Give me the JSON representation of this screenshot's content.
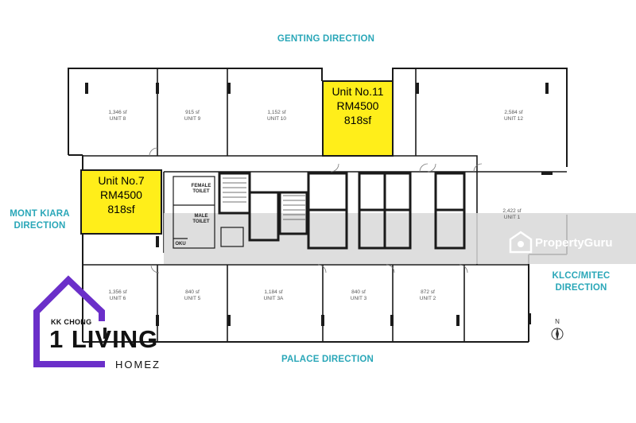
{
  "directions": {
    "top": "GENTING DIRECTION",
    "left_line1": "MONT KIARA",
    "left_line2": "DIRECTION",
    "right_line1": "KLCC/MITEC",
    "right_line2": "DIRECTION",
    "bottom": "PALACE DIRECTION"
  },
  "units": [
    {
      "id": "unit8",
      "size": "1,346 sf",
      "name": "UNIT 8"
    },
    {
      "id": "unit9",
      "size": "915 sf",
      "name": "UNIT 9"
    },
    {
      "id": "unit10",
      "size": "1,152 sf",
      "name": "UNIT 10"
    },
    {
      "id": "unit12",
      "size": "2,584 sf",
      "name": "UNIT 12"
    },
    {
      "id": "unit1",
      "size": "2,422 sf",
      "name": "UNIT 1"
    },
    {
      "id": "unit6",
      "size": "1,356 sf",
      "name": "UNIT 6"
    },
    {
      "id": "unit5",
      "size": "840 sf",
      "name": "UNIT 5"
    },
    {
      "id": "unit3a",
      "size": "1,184 sf",
      "name": "UNIT 3A"
    },
    {
      "id": "unit3",
      "size": "840 sf",
      "name": "UNIT 3"
    },
    {
      "id": "unit2",
      "size": "872 sf",
      "name": "UNIT 2"
    }
  ],
  "highlights": {
    "unit11": {
      "line1": "Unit No.11",
      "line2": "RM4500",
      "line3": "818sf"
    },
    "unit7": {
      "line1": "Unit No.7",
      "line2": "RM4500",
      "line3": "818sf"
    }
  },
  "rooms": {
    "female_l1": "FEMALE",
    "female_l2": "TOILET",
    "male_l1": "MALE",
    "male_l2": "TOILET",
    "oku": "OKU"
  },
  "watermark": {
    "text": "PropertyGuru"
  },
  "compass": {
    "label": "N"
  },
  "logo": {
    "small": "KK CHONG",
    "main": "1 LIVING",
    "sub": "HOMEZ",
    "accent_color": "#6b2fc9"
  },
  "colors": {
    "direction": "#2aa7b8",
    "highlight": "#ffee1a",
    "wall": "#1a1a1a"
  }
}
